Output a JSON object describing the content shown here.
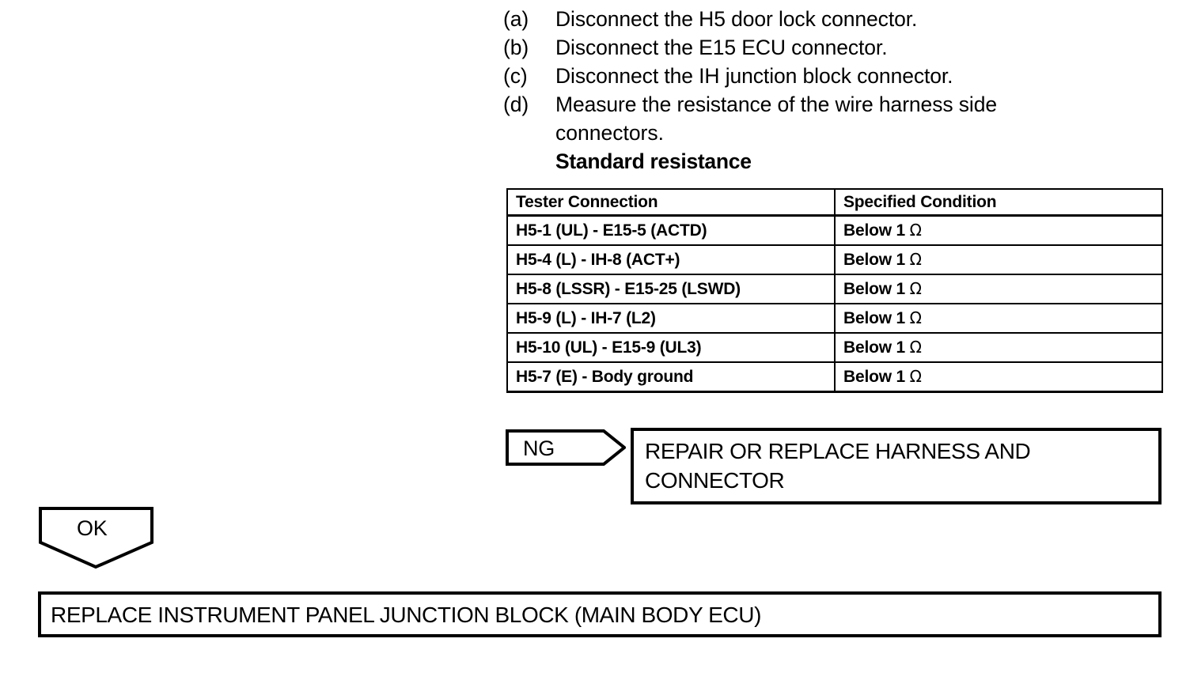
{
  "procedure": {
    "items": [
      {
        "label": "(a)",
        "text": "Disconnect the H5 door lock connector."
      },
      {
        "label": "(b)",
        "text": "Disconnect the E15 ECU connector."
      },
      {
        "label": "(c)",
        "text": "Disconnect the IH junction block connector."
      },
      {
        "label": "(d)",
        "text": "Measure the resistance of the wire harness side"
      }
    ],
    "continuation": "connectors.",
    "standard_heading": "Standard resistance"
  },
  "spec_table": {
    "headers": [
      "Tester Connection",
      "Specified Condition"
    ],
    "rows": [
      {
        "connection": "H5-1 (UL) - E15-5 (ACTD)",
        "condition": "Below 1",
        "unit": "Ω"
      },
      {
        "connection": "H5-4 (L) - IH-8 (ACT+)",
        "condition": "Below 1",
        "unit": "Ω"
      },
      {
        "connection": "H5-8 (LSSR) - E15-25 (LSWD)",
        "condition": "Below 1",
        "unit": "Ω"
      },
      {
        "connection": "H5-9 (L) - IH-7 (L2)",
        "condition": "Below 1",
        "unit": "Ω"
      },
      {
        "connection": "H5-10 (UL) - E15-9 (UL3)",
        "condition": "Below 1",
        "unit": "Ω"
      },
      {
        "connection": "H5-7 (E) - Body ground",
        "condition": "Below 1",
        "unit": "Ω"
      }
    ]
  },
  "flow": {
    "ng_label": "NG",
    "ng_result_box": "REPAIR OR REPLACE HARNESS AND CONNECTOR",
    "ok_label": "OK",
    "ok_result_box": "REPLACE INSTRUMENT PANEL JUNCTION BLOCK (MAIN BODY ECU)"
  },
  "colors": {
    "ink": "#000000",
    "paper": "#ffffff"
  }
}
